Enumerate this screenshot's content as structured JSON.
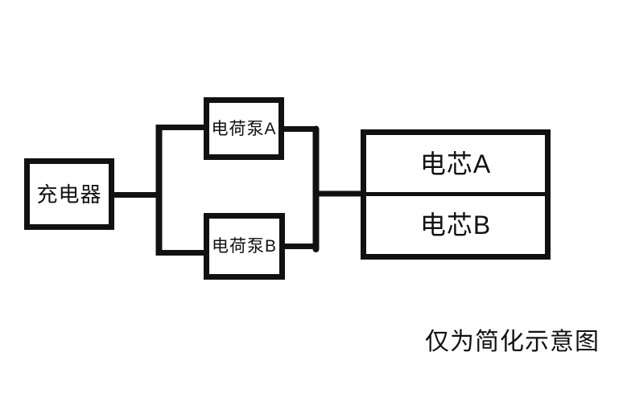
{
  "diagram": {
    "title": "dual-cell charge-pump charging schematic",
    "colors": {
      "ink": "#111111",
      "background": "#ffffff"
    },
    "nodes": {
      "charger": {
        "label": "充电器"
      },
      "pump_a": {
        "label": "电荷泵A"
      },
      "pump_b": {
        "label": "电荷泵B"
      },
      "cell_a": {
        "label": "电芯A"
      },
      "cell_b": {
        "label": "电芯B"
      }
    },
    "edges": [
      {
        "from": "charger",
        "to": "pump_a"
      },
      {
        "from": "charger",
        "to": "pump_b"
      },
      {
        "from": "pump_a",
        "to": "cells"
      },
      {
        "from": "pump_b",
        "to": "cells"
      }
    ],
    "note": "仅为简化示意图"
  }
}
